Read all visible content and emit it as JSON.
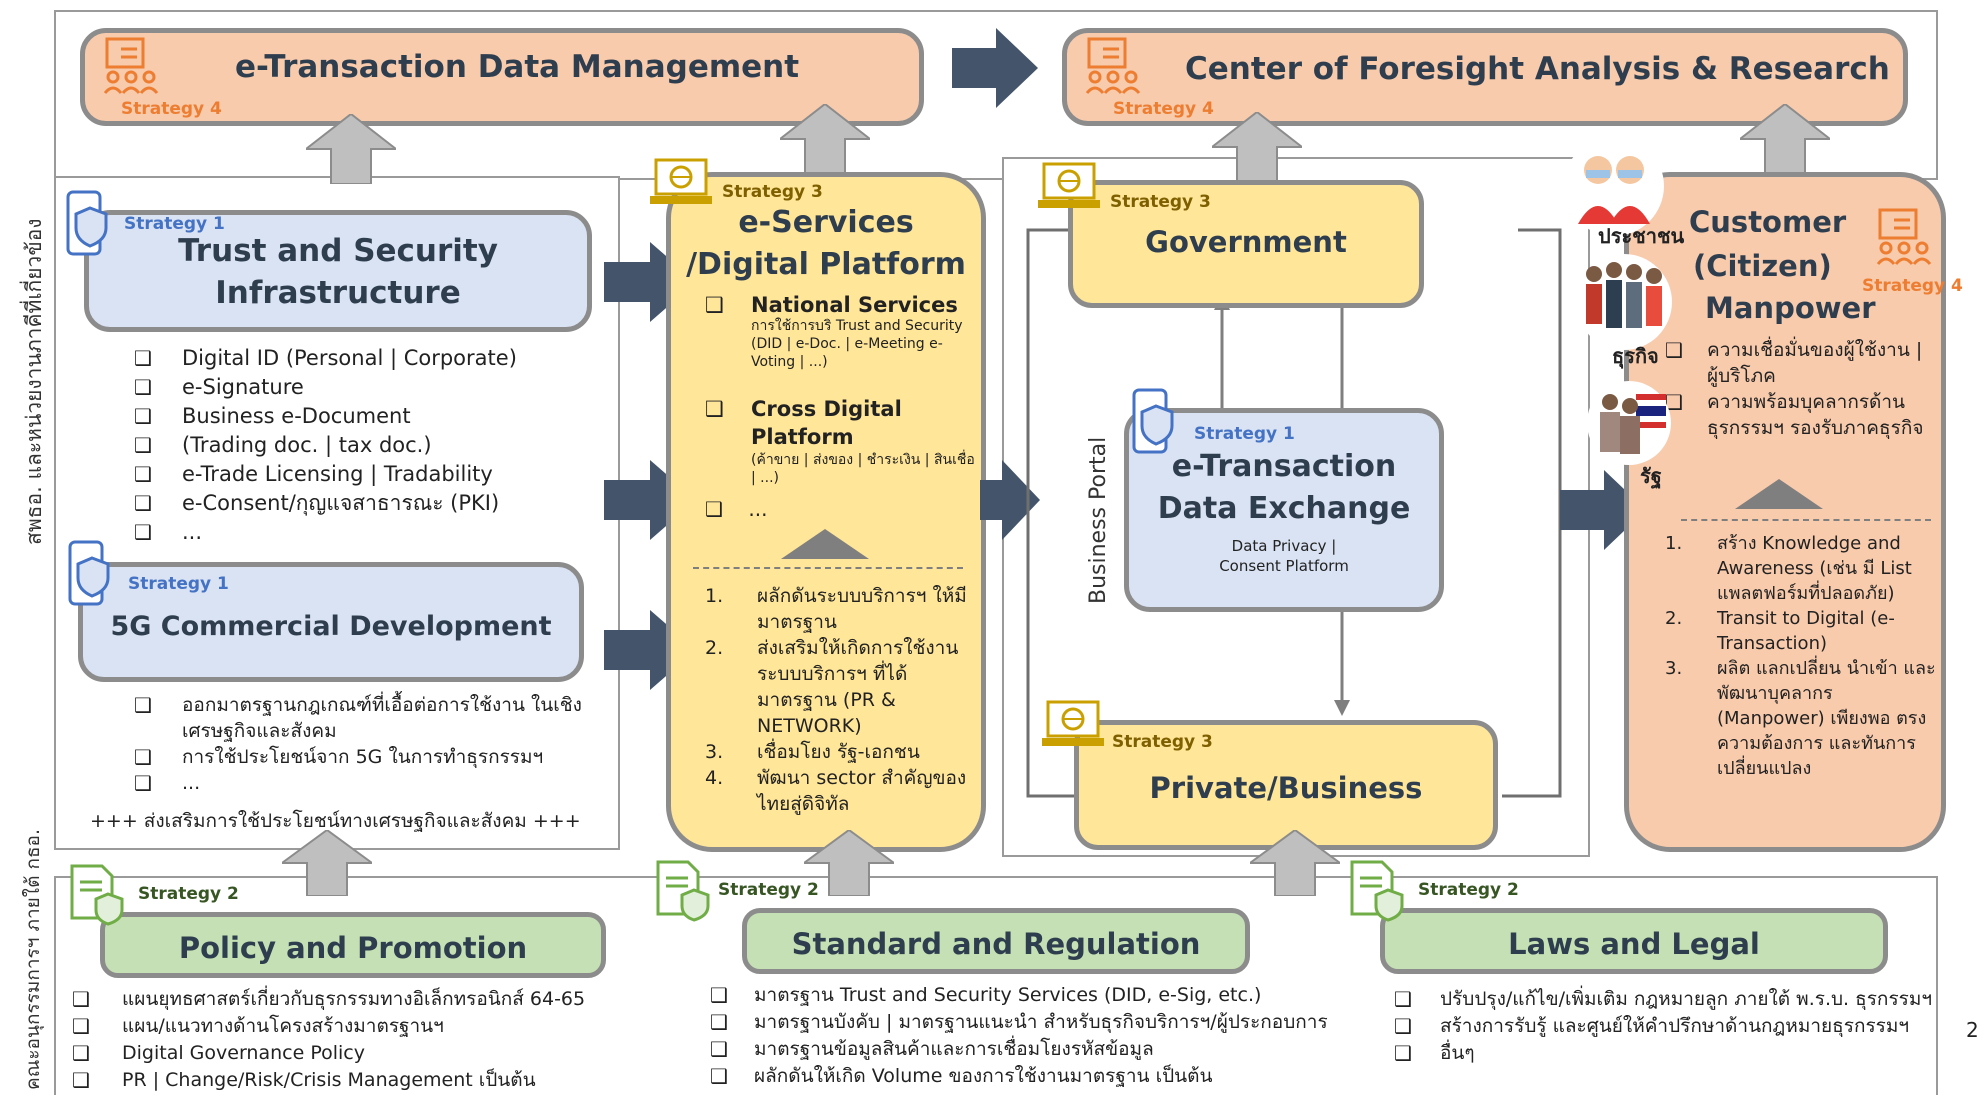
{
  "top": {
    "left_title": "e-Transaction Data Management",
    "left_strategy": "Strategy 4",
    "right_title": "Center of Foresight Analysis & Research",
    "right_strategy": "Strategy 4"
  },
  "side_label_left": "สพธอ. และหน่วยงานภาคีที่เกี่ยวข้อง",
  "side_label_bottom": "คณะอนุกรรมการฯ ภายใต้ กธอ.",
  "trust": {
    "strategy": "Strategy 1",
    "title_line1": "Trust and Security",
    "title_line2": "Infrastructure",
    "items": [
      "Digital ID (Personal | Corporate)",
      "e-Signature",
      "Business e-Document",
      "(Trading doc. | tax doc.)",
      "e-Trade Licensing | Tradability",
      "e-Consent/กุญแจสาธารณะ (PKI)",
      "..."
    ]
  },
  "fiveg": {
    "strategy": "Strategy 1",
    "title": "5G Commercial Development",
    "items": [
      "ออกมาตรฐานกฎเกณฑ์ที่เอื้อต่อการใช้งาน ในเชิงเศรษฐกิจและสังคม",
      "การใช้ประโยชน์จาก 5G ในการทำธุรกรรมฯ",
      "..."
    ],
    "footer": "+++ ส่งเสริมการใช้ประโยชน์ทางเศรษฐกิจและสังคม +++"
  },
  "eservices": {
    "strategy": "Strategy 3",
    "title_line1": "e-Services",
    "title_line2": "/Digital Platform",
    "national_title": "National Services",
    "national_desc": "การใช้การบริ Trust and Security (DID | e-Doc. | e-Meeting e-Voting | ...)",
    "cross_title_line1": "Cross Digital",
    "cross_title_line2": "Platform",
    "cross_desc": "(ค้าขาย | ส่งของ | ชำระเงิน | สินเชื่อ | ...)",
    "more": "...",
    "numbered": [
      {
        "n": "1.",
        "text": "ผลักดันระบบบริการฯ ให้มีมาตรฐาน"
      },
      {
        "n": "2.",
        "text": "ส่งเสริมให้เกิดการใช้งานระบบบริการฯ ที่ได้มาตรฐาน (PR & NETWORK)"
      },
      {
        "n": "3.",
        "text": "เชื่อมโยง รัฐ-เอกชน"
      },
      {
        "n": "4.",
        "text": "พัฒนา sector สำคัญของไทยสู่ดิจิทัล"
      }
    ]
  },
  "middle": {
    "gov_strategy": "Strategy 3",
    "gov_title": "Government",
    "business_portal": "Business Portal",
    "exchange_strategy": "Strategy 1",
    "exchange_title_line1": "e-Transaction",
    "exchange_title_line2": "Data Exchange",
    "exchange_sub1": "Data Privacy |",
    "exchange_sub2": "Consent Platform",
    "private_strategy": "Strategy 3",
    "private_title": "Private/Business"
  },
  "customer": {
    "label_people": "ประชาชน",
    "label_business": "ธุรกิจ",
    "label_state": "รัฐ",
    "title_line1": "Customer",
    "title_line2": "(Citizen)",
    "title_line3": "Manpower",
    "strategy": "Strategy 4",
    "items": [
      "ความเชื่อมั่นของผู้ใช้งาน | ผู้บริโภค",
      "ความพร้อมบุคลากรด้านธุรกรรมฯ รองรับภาคธุรกิจ"
    ],
    "numbered": [
      {
        "n": "1.",
        "text": "สร้าง Knowledge and Awareness (เช่น มี List แพลตฟอร์มที่ปลอดภัย)"
      },
      {
        "n": "2.",
        "text": "Transit to Digital (e-Transaction)"
      },
      {
        "n": "3.",
        "text": "ผลิต แลกเปลี่ยน นำเข้า และพัฒนาบุคลากร (Manpower) เพียงพอ ตรงความต้องการ และทันการเปลี่ยนแปลง"
      }
    ]
  },
  "bottom": {
    "policy": {
      "strategy": "Strategy 2",
      "title": "Policy and Promotion",
      "items": [
        "แผนยุทธศาสตร์เกี่ยวกับธุรกรรมทางอิเล็กทรอนิกส์ 64-65",
        "แผน/แนวทางด้านโครงสร้างมาตรฐานฯ",
        "Digital Governance Policy",
        "PR | Change/Risk/Crisis Management เป็นต้น"
      ]
    },
    "standard": {
      "strategy": "Strategy 2",
      "title": "Standard and Regulation",
      "items": [
        "มาตรฐาน Trust and Security Services (DID, e-Sig, etc.)",
        "มาตรฐานบังคับ | มาตรฐานแนะนำ สำหรับธุรกิจบริการฯ/ผู้ประกอบการ",
        "มาตรฐานข้อมูลสินค้าและการเชื่อมโยงรหัสข้อมูล",
        "ผลักดันให้เกิด Volume ของการใช้งานมาตรฐาน เป็นต้น"
      ]
    },
    "laws": {
      "strategy": "Strategy 2",
      "title": "Laws and Legal",
      "items": [
        "ปรับปรุง/แก้ไข/เพิ่มเติม กฎหมายลูก ภายใต้ พ.ร.บ. ธุรกรรมฯ",
        "สร้างการรับรู้ และศูนย์ให้คำปรึกษาด้านกฎหมายธุรกรรมฯ",
        "อื่นๆ"
      ]
    }
  },
  "page_number": "2"
}
